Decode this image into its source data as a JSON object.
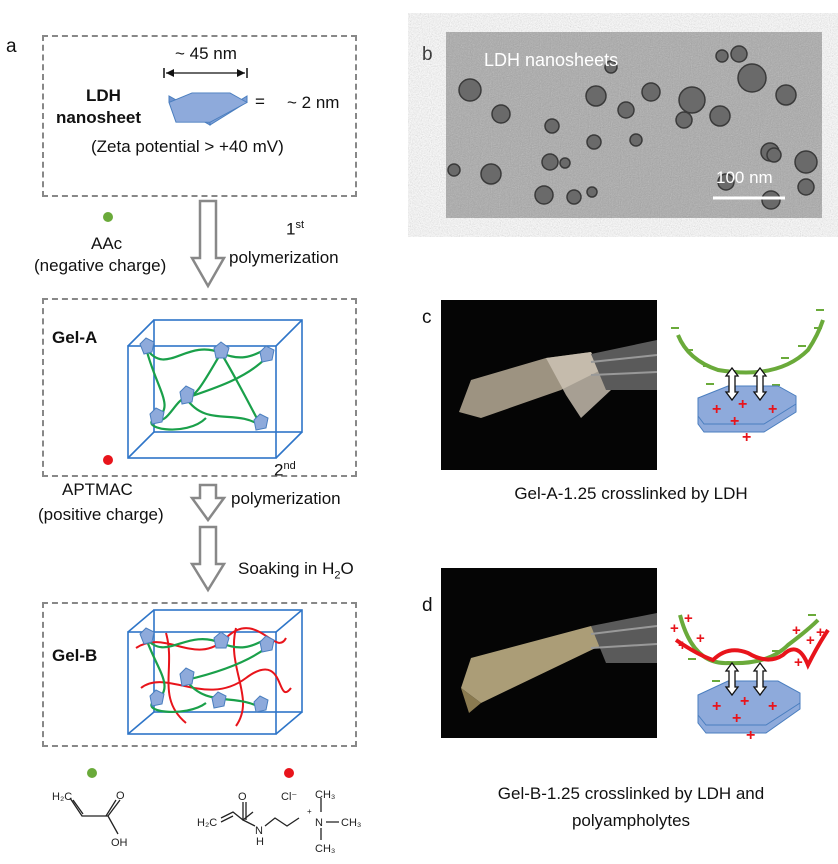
{
  "panel_labels": {
    "a": "a",
    "b": "b",
    "c": "c",
    "d": "d"
  },
  "panel_a": {
    "size_label": "~ 45 nm",
    "ldh_label_line1": "LDH",
    "ldh_label_line2": "nanosheet",
    "equals": "=",
    "thickness_label": "~ 2 nm",
    "zeta_label": "(Zeta potential > +40 mV)",
    "monomer1_name": "AAc",
    "monomer1_charge": "(negative charge)",
    "step1_num": "1",
    "step1_sup": "st",
    "step1_label": "polymerization",
    "gel_a_label": "Gel-A",
    "monomer2_name": "APTMAC",
    "monomer2_charge": "(positive charge)",
    "step2_num": "2",
    "step2_sup": "nd",
    "step2_label": "polymerization",
    "soak_prefix": "Soaking in H",
    "soak_sub": "2",
    "soak_suffix": "O",
    "gel_b_label": "Gel-B",
    "struct_aac": {
      "h2c": "H₂C",
      "o": "O",
      "oh": "OH"
    },
    "struct_aptmac": {
      "h2c": "H₂C",
      "o": "O",
      "nh": "N",
      "h": "H",
      "cl": "Cl⁻",
      "n": "N",
      "plus": "+",
      "ch3a": "CH₃",
      "ch3b": "CH₃",
      "ch3c": "CH₃"
    }
  },
  "panel_b": {
    "title": "LDH nanosheets",
    "scale_label": "100 nm"
  },
  "panel_c": {
    "caption": "Gel-A-1.25 crosslinked by LDH"
  },
  "panel_d": {
    "caption_line1": "Gel-B-1.25 crosslinked by LDH and",
    "caption_line2": "polyampholytes"
  },
  "colors": {
    "green": "#6aaa3a",
    "red": "#e8141b",
    "hex_fill": "#8eaadb",
    "hex_edge": "#4a7ebf",
    "cube": "#2e75c8"
  }
}
